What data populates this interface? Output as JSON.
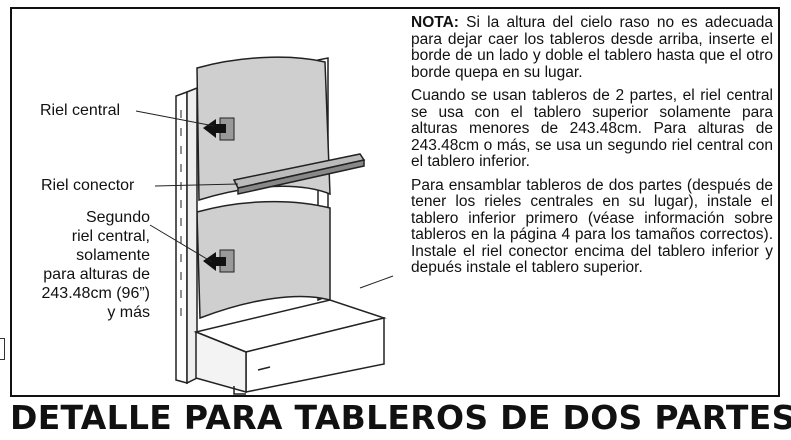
{
  "labels": {
    "riel_central": "Riel central",
    "riel_conector": "Riel conector",
    "segundo_riel": [
      "Segundo",
      "riel central,",
      "solamente",
      "para alturas de",
      "243.48cm (96”)",
      "y más"
    ]
  },
  "notes": {
    "nota_label": "NOTA:",
    "nota_text": " Si la altura del cielo raso no es adecuada para dejar caer los tableros desde arriba, inserte el borde de un lado y doble el tablero hasta que el otro borde quepa en su lugar.",
    "paragraph2": "Cuando se usan tableros de 2 partes, el riel central se usa con el tablero superior solamente para alturas menores de 243.48cm. Para alturas de 243.48cm o más, se usa un segundo riel central con el tablero inferior.",
    "paragraph3": "Para ensamblar tableros de dos partes (después de tener los rieles centrales en su lugar), instale el tablero inferior primero (véase información sobre tableros en la página 4 para los tamaños correctos). Instale el riel conector encima del tablero inferior y depués instale el tablero superior."
  },
  "banner": "DETALLE PARA TABLEROS DE DOS PARTES"
}
